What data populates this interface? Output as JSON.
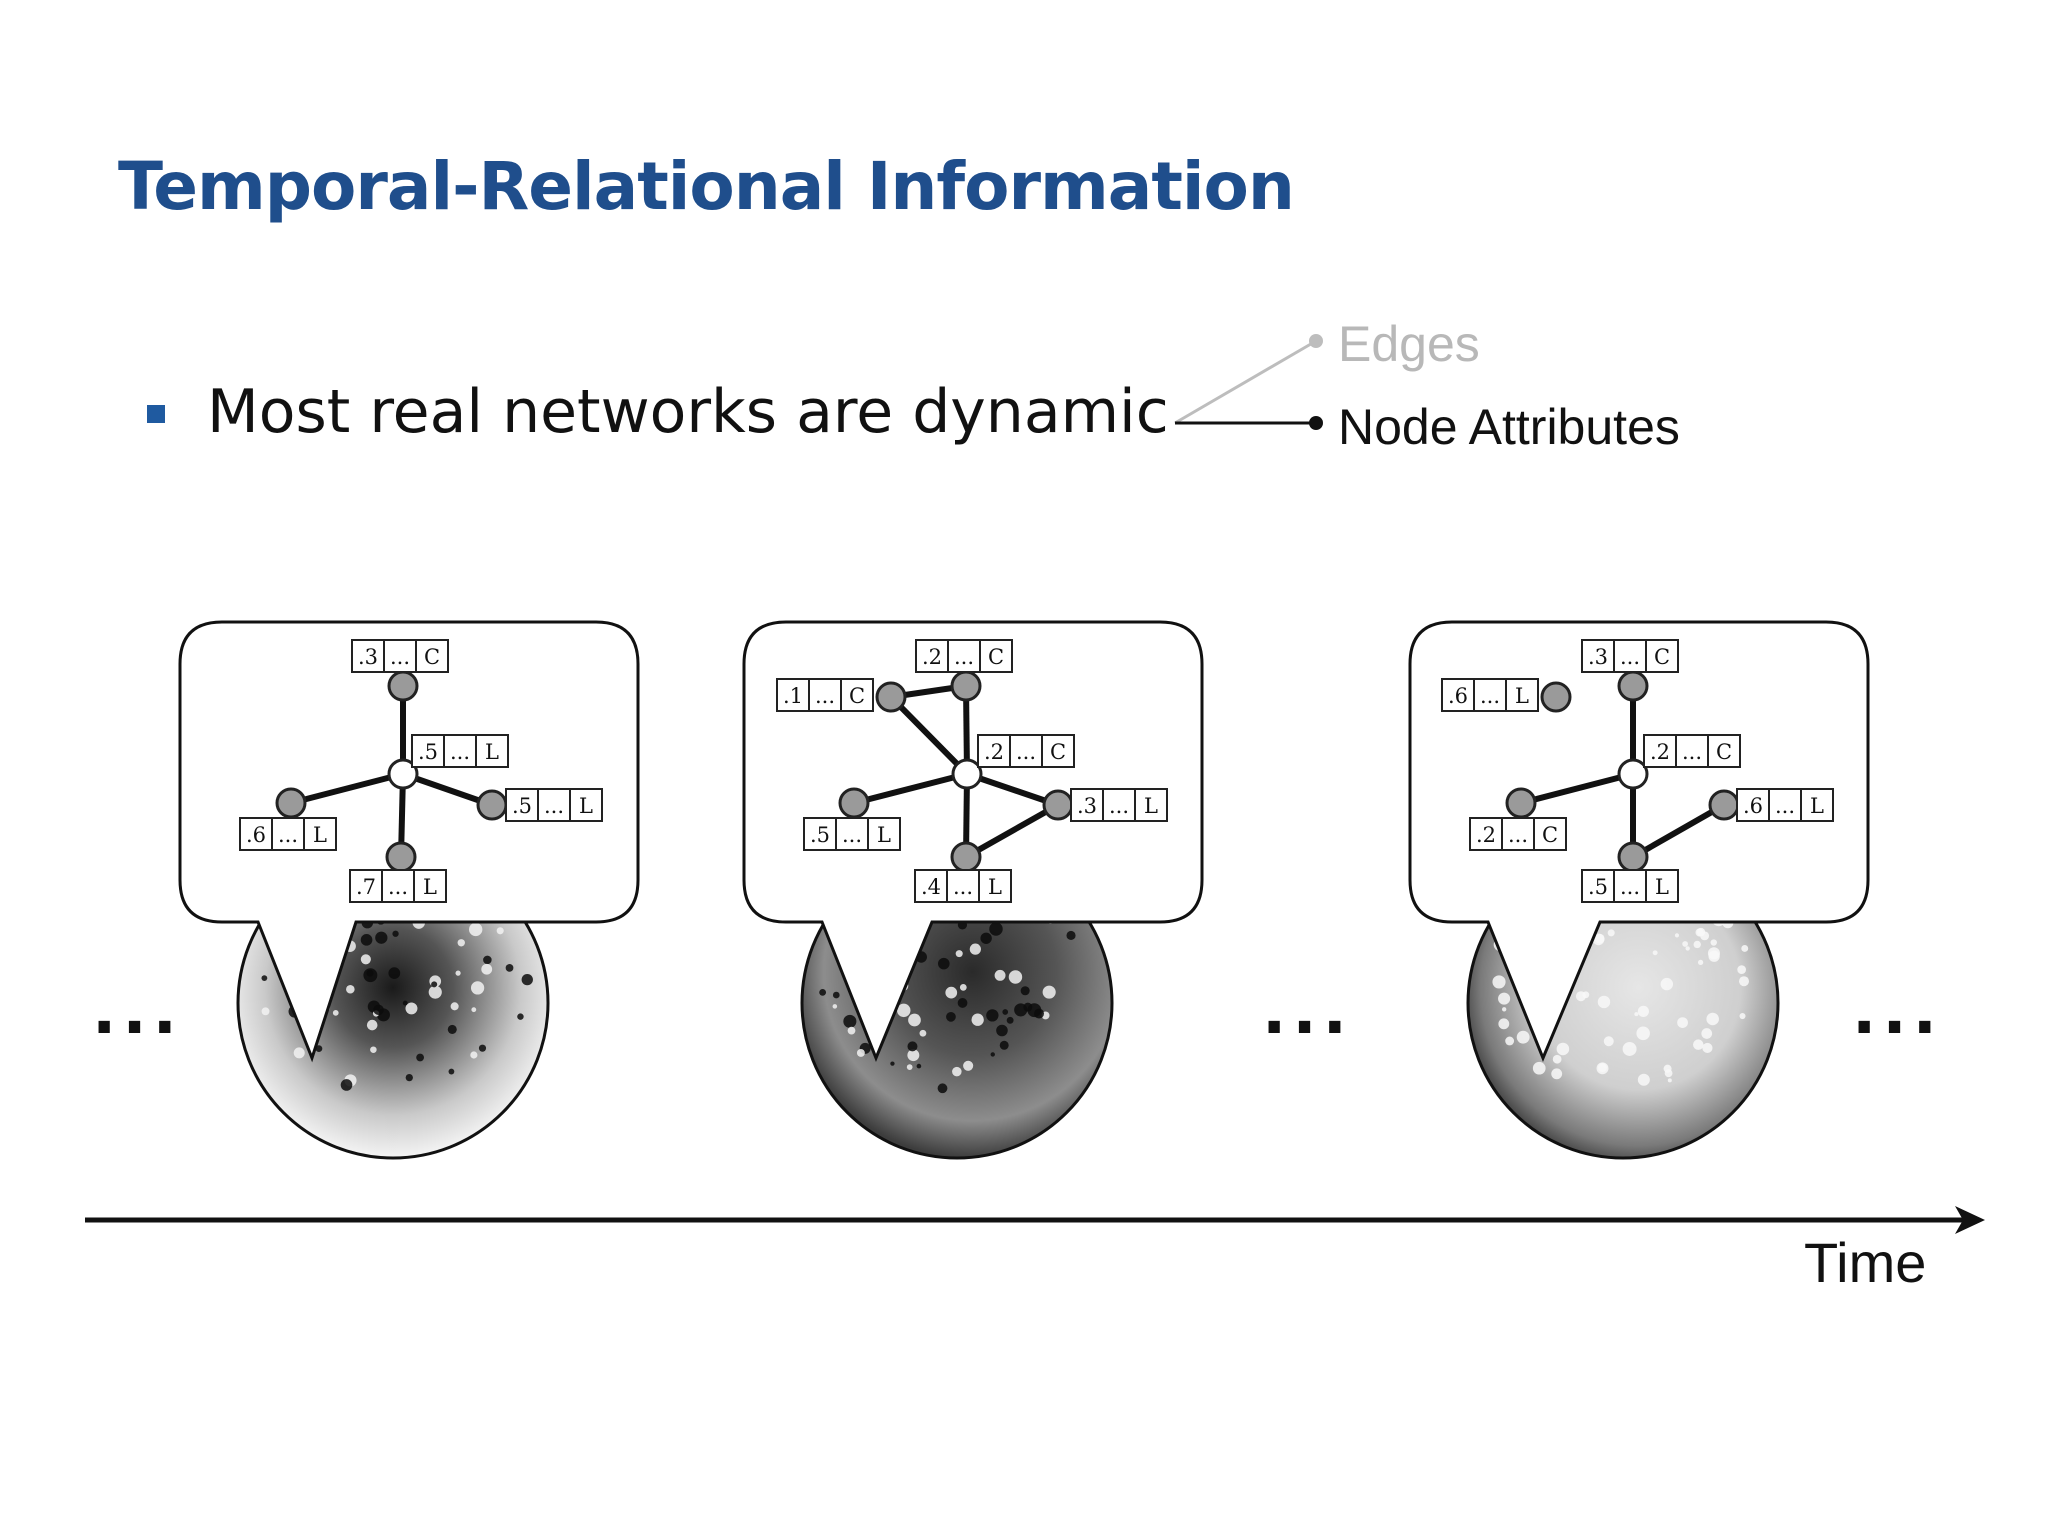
{
  "slide": {
    "title": "Temporal-Relational Information",
    "bullet": "Most real networks are dynamic",
    "labels": {
      "edges": "Edges",
      "node_attributes": "Node Attributes",
      "time": "Time"
    },
    "ellipsis": "...",
    "colors": {
      "title": "#1f4e8c",
      "bullet_marker": "#1f5aa0",
      "edges_label": "#b8b8b8",
      "node_fill": "#9a9a9a",
      "hub_fill": "#ffffff"
    }
  },
  "snapshots": [
    {
      "hub_attrs": [
        ".5",
        "...",
        "L"
      ],
      "nodes": [
        {
          "id": "top",
          "attrs": [
            ".3",
            "...",
            "C"
          ]
        },
        {
          "id": "right",
          "attrs": [
            ".5",
            "...",
            "L"
          ]
        },
        {
          "id": "left",
          "attrs": [
            ".6",
            "...",
            "L"
          ]
        },
        {
          "id": "bottom",
          "attrs": [
            ".7",
            "...",
            "L"
          ]
        }
      ],
      "edges": [
        [
          "hub",
          "top"
        ],
        [
          "hub",
          "right"
        ],
        [
          "hub",
          "left"
        ],
        [
          "hub",
          "bottom"
        ]
      ]
    },
    {
      "hub_attrs": [
        ".2",
        "...",
        "C"
      ],
      "nodes": [
        {
          "id": "top",
          "attrs": [
            ".2",
            "...",
            "C"
          ]
        },
        {
          "id": "topleft",
          "attrs": [
            ".1",
            "...",
            "C"
          ]
        },
        {
          "id": "right",
          "attrs": [
            ".3",
            "...",
            "L"
          ]
        },
        {
          "id": "left",
          "attrs": [
            ".5",
            "...",
            "L"
          ]
        },
        {
          "id": "bottom",
          "attrs": [
            ".4",
            "...",
            "L"
          ]
        }
      ],
      "edges": [
        [
          "hub",
          "top"
        ],
        [
          "hub",
          "topleft"
        ],
        [
          "topleft",
          "top"
        ],
        [
          "hub",
          "right"
        ],
        [
          "hub",
          "left"
        ],
        [
          "hub",
          "bottom"
        ],
        [
          "bottom",
          "right"
        ]
      ]
    },
    {
      "hub_attrs": [
        ".2",
        "...",
        "C"
      ],
      "nodes": [
        {
          "id": "top",
          "attrs": [
            ".3",
            "...",
            "C"
          ]
        },
        {
          "id": "topleft",
          "attrs": [
            ".6",
            "...",
            "L"
          ]
        },
        {
          "id": "right",
          "attrs": [
            ".6",
            "...",
            "L"
          ]
        },
        {
          "id": "left",
          "attrs": [
            ".2",
            "...",
            "C"
          ]
        },
        {
          "id": "bottom",
          "attrs": [
            ".5",
            "...",
            "L"
          ]
        }
      ],
      "edges": [
        [
          "hub",
          "top"
        ],
        [
          "hub",
          "left"
        ],
        [
          "hub",
          "bottom"
        ],
        [
          "bottom",
          "right"
        ]
      ]
    }
  ]
}
